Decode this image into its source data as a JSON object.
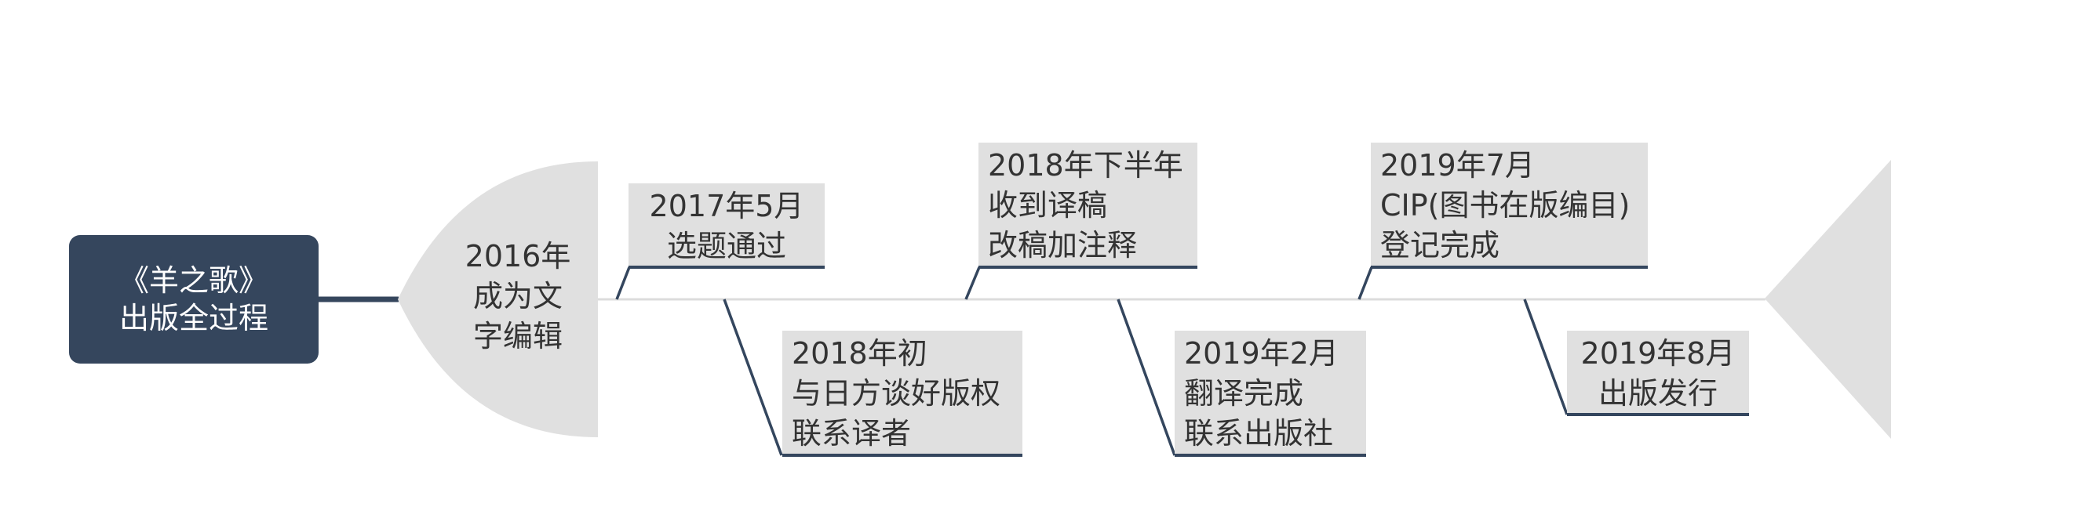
{
  "diagram": {
    "type": "fishbone-timeline",
    "title": {
      "lines": [
        "《羊之歌》",
        "出版全过程"
      ]
    },
    "head": {
      "lines": [
        "2016年",
        "成为文",
        "字编辑"
      ]
    },
    "events": [
      {
        "id": "2017-05",
        "position": "top",
        "lines": [
          "2017年5月",
          "选题通过"
        ]
      },
      {
        "id": "2018-early",
        "position": "bottom",
        "lines": [
          "2018年初",
          "与日方谈好版权",
          "联系译者"
        ]
      },
      {
        "id": "2018-h2",
        "position": "top",
        "lines": [
          "2018年下半年",
          "收到译稿",
          "改稿加注释"
        ]
      },
      {
        "id": "2019-02",
        "position": "bottom",
        "lines": [
          "2019年2月",
          "翻译完成",
          "联系出版社"
        ]
      },
      {
        "id": "2019-07",
        "position": "top",
        "lines": [
          "2019年7月",
          "CIP(图书在版编目)",
          "登记完成"
        ]
      },
      {
        "id": "2019-08",
        "position": "bottom",
        "lines": [
          "2019年8月",
          "出版发行"
        ]
      }
    ],
    "colors": {
      "root_fill": "#35465d",
      "root_text": "#ffffff",
      "node_fill": "#e0e0e0",
      "node_text": "#333333",
      "branch_line": "#34465e",
      "spine": "#dcdcdc",
      "head_tail_fill": "#e0e0e0"
    }
  }
}
